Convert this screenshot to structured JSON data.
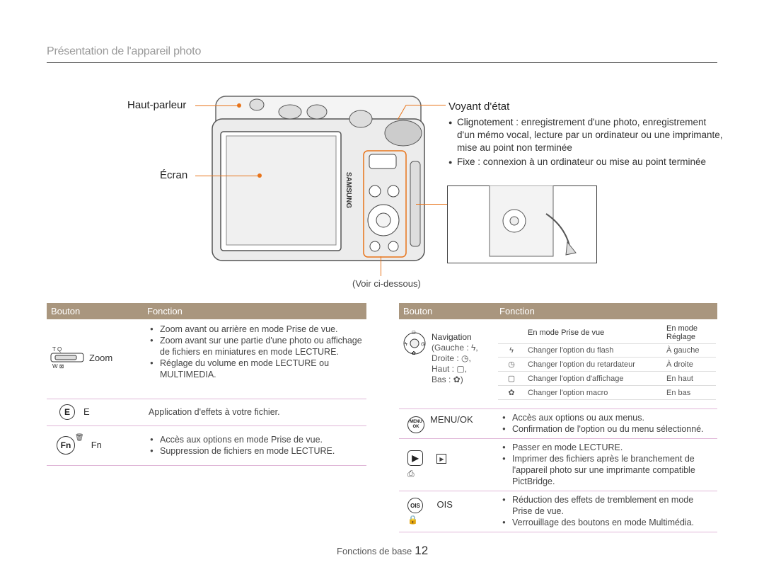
{
  "header": {
    "title": "Présentation de l'appareil photo"
  },
  "callouts": {
    "speaker": "Haut-parleur",
    "screen": "Écran",
    "status_light": "Voyant d'état",
    "see_below": "(Voir ci-dessous)",
    "brand": "SAMSUNG"
  },
  "status": {
    "items": [
      {
        "term": "Clignotement",
        "text": " : enregistrement d'une photo, enregistrement d'un mémo vocal, lecture par un ordinateur ou une imprimante, mise au point non terminée"
      },
      {
        "term": "Fixe",
        "text": " : connexion à un ordinateur ou mise au point terminée"
      }
    ]
  },
  "left_table": {
    "headers": [
      "Bouton",
      "Fonction"
    ],
    "rows": [
      {
        "label": "Zoom",
        "icon": "zoom-lever-icon",
        "bullets": [
          "Zoom avant ou arrière en mode Prise de vue.",
          "Zoom avant sur une partie d'une photo ou affichage de fichiers en miniatures en mode LECTURE.",
          "Réglage du volume en mode LECTURE ou MULTIMEDIA."
        ]
      },
      {
        "label": "E",
        "icon": "e-button-icon",
        "text": "Application d'effets à votre fichier."
      },
      {
        "label": "Fn",
        "icon": "fn-button-icon",
        "bullets": [
          "Accès aux options en mode Prise de vue.",
          "Suppression de fichiers en mode LECTURE."
        ]
      }
    ]
  },
  "right_table": {
    "headers": [
      "Bouton",
      "Fonction"
    ],
    "nav": {
      "label": "Navigation",
      "desc": [
        "(Gauche : ϟ,",
        "Droite : ◷,",
        "Haut : ▢,",
        "Bas : ✿)"
      ],
      "sub_headers": [
        "En mode Prise de vue",
        "En mode Réglage"
      ],
      "sub_rows": [
        {
          "icon": "ϟ",
          "shoot": "Changer l'option du flash",
          "setup": "À gauche"
        },
        {
          "icon": "◷",
          "shoot": "Changer l'option du retardateur",
          "setup": "À droite"
        },
        {
          "icon": "▢",
          "shoot": "Changer l'option d'affichage",
          "setup": "En haut"
        },
        {
          "icon": "✿",
          "shoot": "Changer l'option macro",
          "setup": "En bas"
        }
      ]
    },
    "menu": {
      "label": "MENU/OK",
      "icon_text": "MENU OK",
      "bullets": [
        "Accès aux options ou aux menus.",
        "Confirmation de l'option ou du menu sélectionné."
      ]
    },
    "play": {
      "label": "▶",
      "bullets": [
        "Passer en mode LECTURE.",
        "Imprimer des fichiers après le branchement de l'appareil photo sur une imprimante compatible PictBridge."
      ]
    },
    "ois": {
      "label": "OIS",
      "bullets": [
        "Réduction des effets de tremblement en mode Prise de vue.",
        "Verrouillage des boutons en mode Multimédia."
      ]
    }
  },
  "footer": {
    "text": "Fonctions de base",
    "page": "12"
  }
}
